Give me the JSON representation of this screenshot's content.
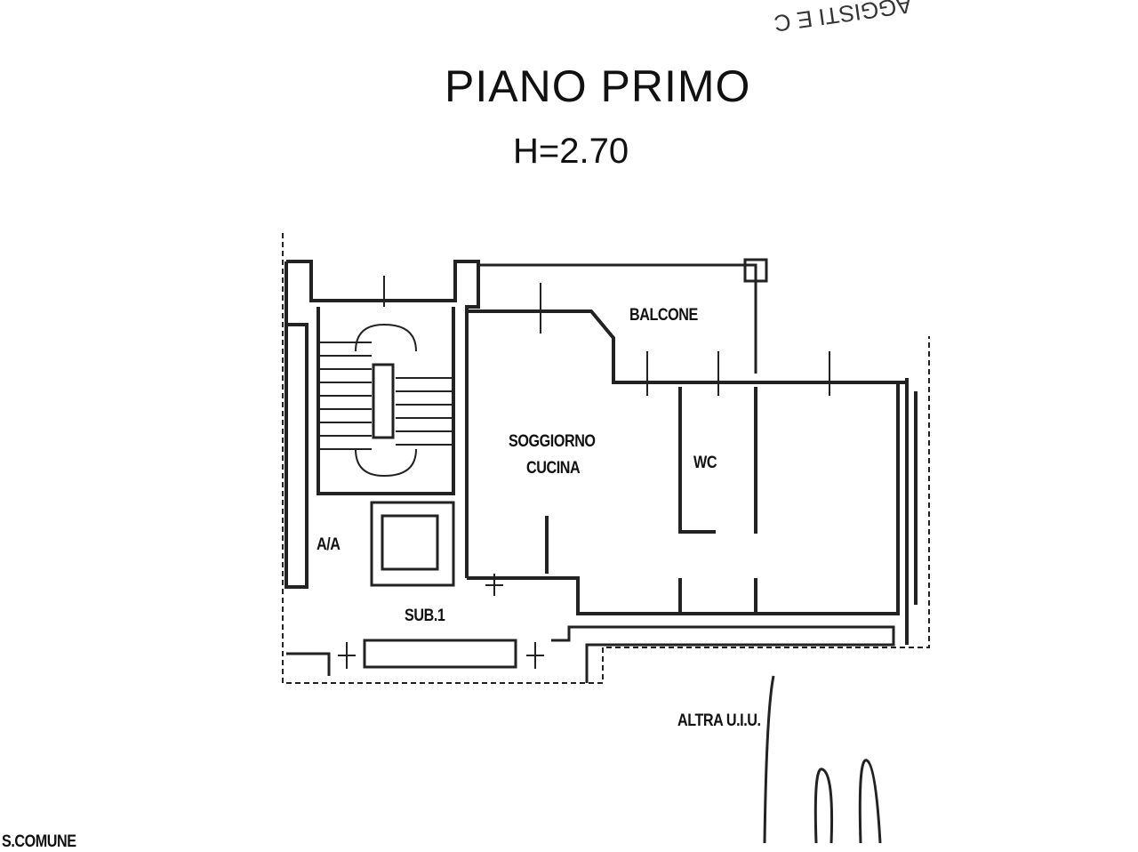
{
  "header": {
    "title": "PIANO PRIMO",
    "height": "H=2.70"
  },
  "rooms": {
    "balcone": "BALCONE",
    "soggiorno": "SOGGIORNO",
    "cucina": "CUCINA",
    "wc": "WC",
    "aa": "A/A",
    "sub": "SUB.1",
    "altra": "ALTRA U.I.U.",
    "comune": "S.COMUNE"
  },
  "stamp": {
    "text": "AGGISTI E C"
  }
}
